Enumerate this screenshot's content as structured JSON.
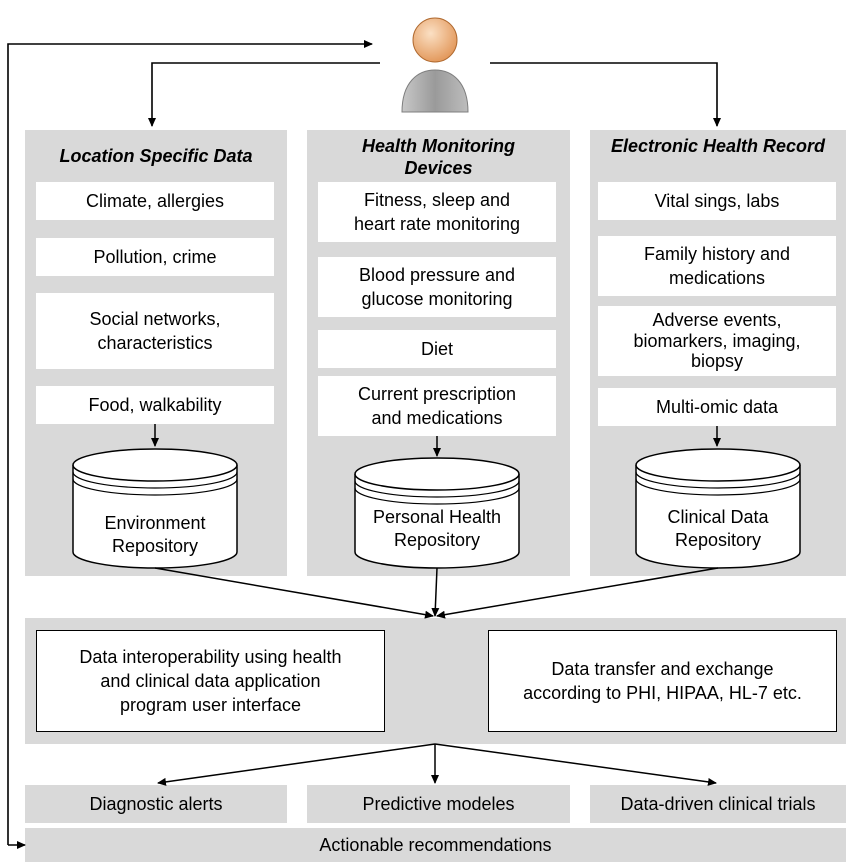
{
  "columns": [
    {
      "title": "Location Specific Data",
      "items": [
        "Climate, allergies",
        "Pollution, crime",
        "Social networks,\ncharacteristics",
        "Food, walkability"
      ],
      "repository": "Environment\nRepository"
    },
    {
      "title": "Health Monitoring\nDevices",
      "items": [
        "Fitness, sleep and\nheart rate monitoring",
        "Blood pressure and\nglucose monitoring",
        "Diet",
        "Current prescription\nand medications"
      ],
      "repository": "Personal Health\nRepository"
    },
    {
      "title": "Electronic Health Record",
      "items": [
        "Vital sings, labs",
        "Family history and\nmedications",
        "Adverse events,\nbiomarkers, imaging,\nbiopsy",
        "Multi-omic data"
      ],
      "repository": "Clinical Data\nRepository"
    }
  ],
  "interop": {
    "left": "Data interoperability using health\nand clinical data application\nprogram user interface",
    "right": "Data transfer and exchange\naccording to PHI, HIPAA, HL-7 etc."
  },
  "outputs": [
    "Diagnostic alerts",
    "Predictive modeles",
    "Data-driven clinical trials"
  ],
  "bottom_bar": "Actionable recommendations",
  "colors": {
    "panel": "#d9d9d9",
    "box": "#ffffff",
    "user_head": "#f2b98a",
    "user_body": "#a6a6a6"
  }
}
